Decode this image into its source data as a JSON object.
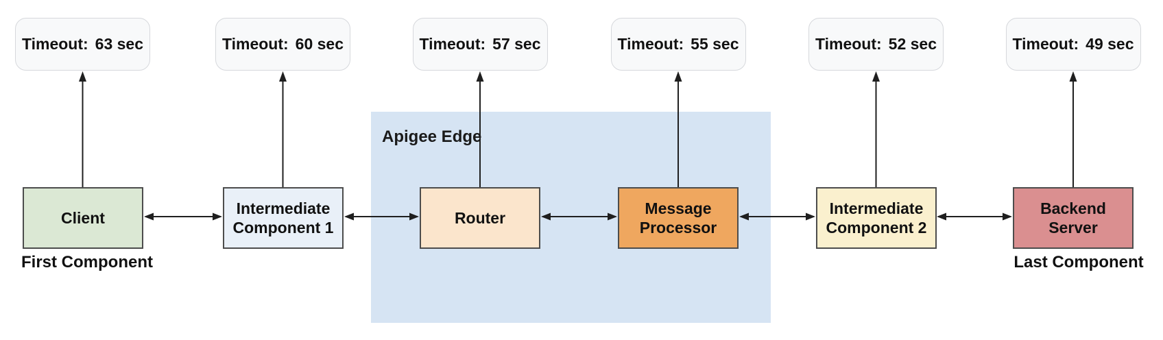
{
  "canvas": {
    "background": "#ffffff"
  },
  "diagram": {
    "group": {
      "label": "Apigee Edge",
      "fill": "#d6e4f3"
    },
    "callout_style": {
      "fill": "#f8f9fa",
      "border": "#d6d8dc"
    },
    "arrow_color": "#1f1f1f",
    "columns": [
      {
        "name": "client",
        "label": "Client",
        "fill": "#dbe8d4",
        "timeout_label": "Timeout:",
        "timeout_value": "63 sec",
        "caption": "First Component"
      },
      {
        "name": "intermediate-component-1",
        "label": "Intermediate Component 1",
        "fill": "#e9f0f8",
        "timeout_label": "Timeout:",
        "timeout_value": "60 sec"
      },
      {
        "name": "router",
        "label": "Router",
        "fill": "#fbe5cc",
        "timeout_label": "Timeout:",
        "timeout_value": "57 sec",
        "inside_group": true
      },
      {
        "name": "message-processor",
        "label": "Message Processor",
        "fill": "#efa75f",
        "timeout_label": "Timeout:",
        "timeout_value": "55 sec",
        "inside_group": true
      },
      {
        "name": "intermediate-component-2",
        "label": "Intermediate Component 2",
        "fill": "#faf0ce",
        "timeout_label": "Timeout:",
        "timeout_value": "52 sec"
      },
      {
        "name": "backend-server",
        "label": "Backend Server",
        "fill": "#da8f90",
        "timeout_label": "Timeout:",
        "timeout_value": "49 sec",
        "caption": "Last Component"
      }
    ]
  }
}
